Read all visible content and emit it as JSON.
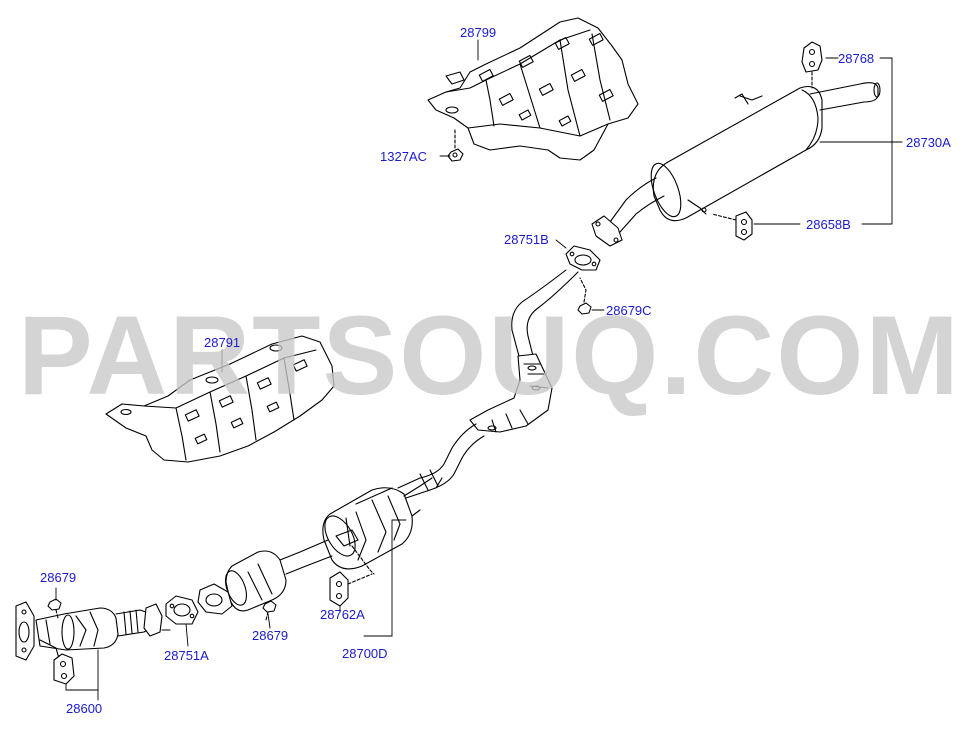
{
  "diagram": {
    "watermark": "PARTSOUQ.COM",
    "part_labels": {
      "p28799": "28799",
      "p1327AC": "1327AC",
      "p28768": "28768",
      "p28730A": "28730A",
      "p28658B": "28658B",
      "p28751B": "28751B",
      "p28679C": "28679C",
      "p28791": "28791",
      "p28679_left": "28679",
      "p28751A": "28751A",
      "p28679_mid": "28679",
      "p28762A": "28762A",
      "p28700D": "28700D",
      "p28600": "28600"
    },
    "colors": {
      "label_text": "#1a1acc",
      "line_art": "#000000",
      "watermark": "#c8c8c8",
      "background": "#ffffff"
    }
  }
}
